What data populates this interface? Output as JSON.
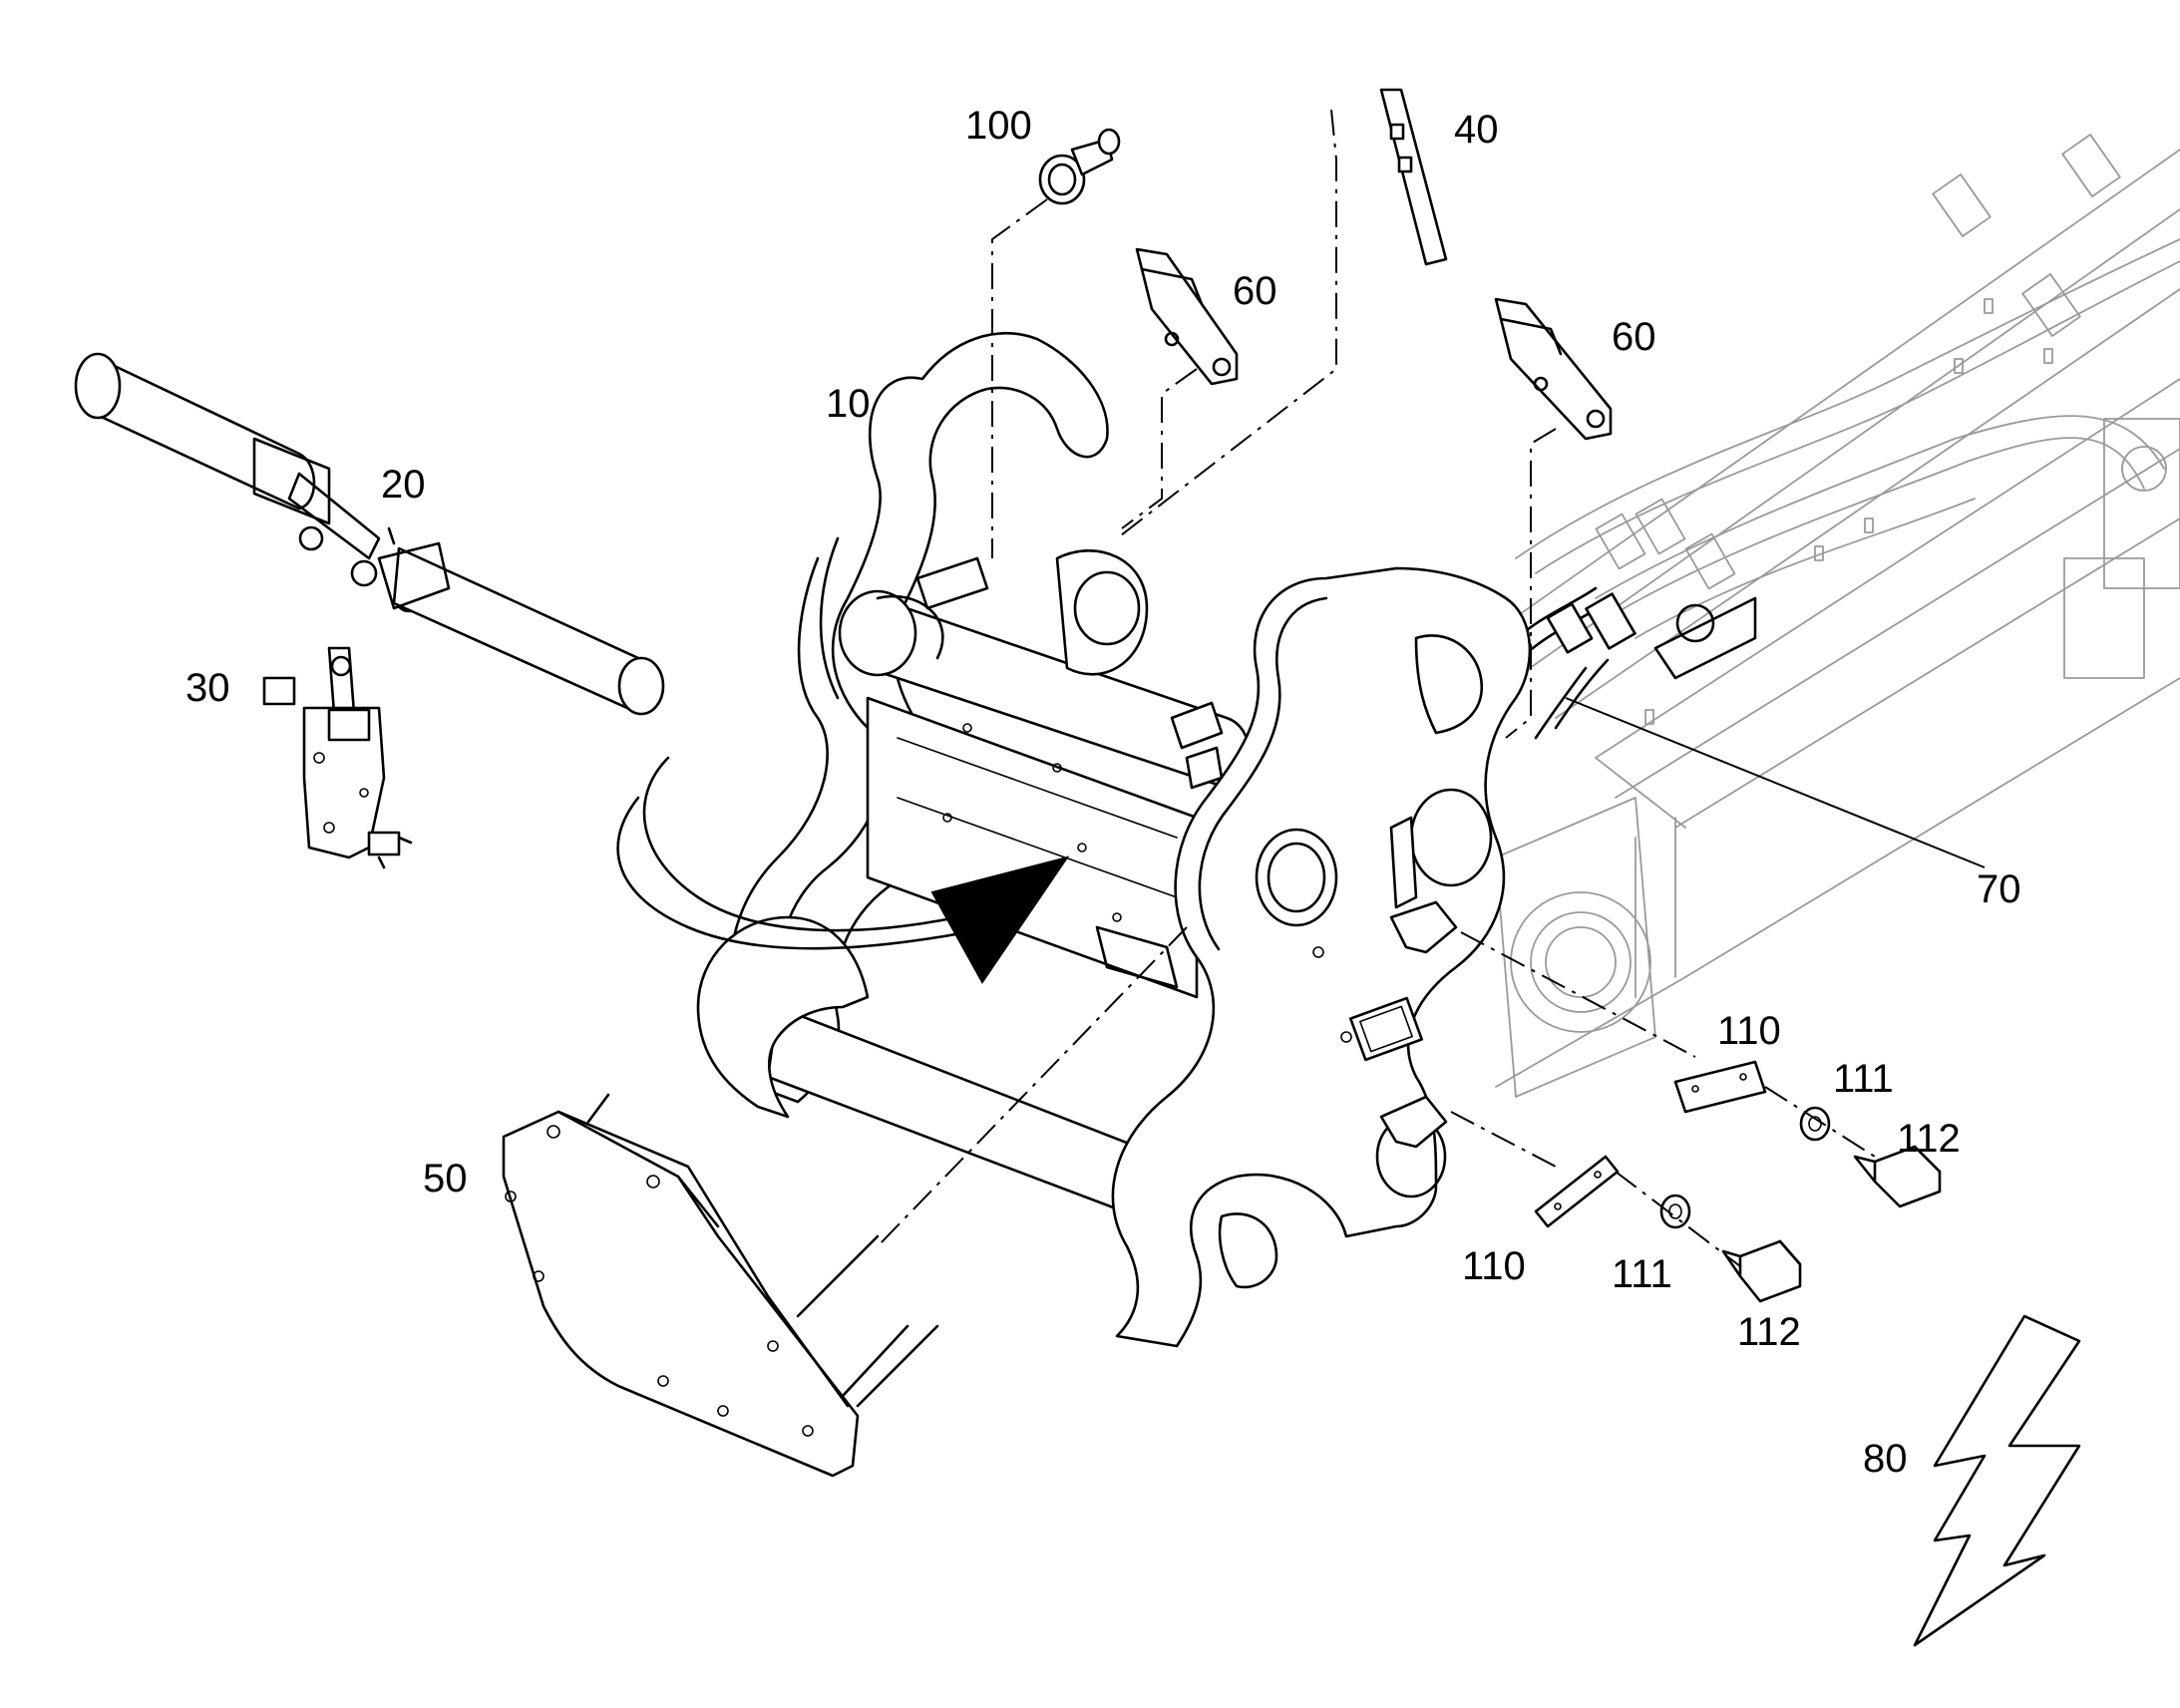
{
  "callouts": [
    {
      "id": "c10",
      "label": "10"
    },
    {
      "id": "c20",
      "label": "20"
    },
    {
      "id": "c30",
      "label": "30"
    },
    {
      "id": "c40",
      "label": "40"
    },
    {
      "id": "c50",
      "label": "50"
    },
    {
      "id": "c60a",
      "label": "60"
    },
    {
      "id": "c60b",
      "label": "60"
    },
    {
      "id": "c70",
      "label": "70"
    },
    {
      "id": "c80",
      "label": "80"
    },
    {
      "id": "c100",
      "label": "100"
    },
    {
      "id": "c110a",
      "label": "110"
    },
    {
      "id": "c110b",
      "label": "110"
    },
    {
      "id": "c111a",
      "label": "111"
    },
    {
      "id": "c111b",
      "label": "111"
    },
    {
      "id": "c112a",
      "label": "112"
    },
    {
      "id": "c112b",
      "label": "112"
    }
  ],
  "colors": {
    "line": "#000000",
    "background_line": "#9a9a9a",
    "background": "#ffffff"
  }
}
